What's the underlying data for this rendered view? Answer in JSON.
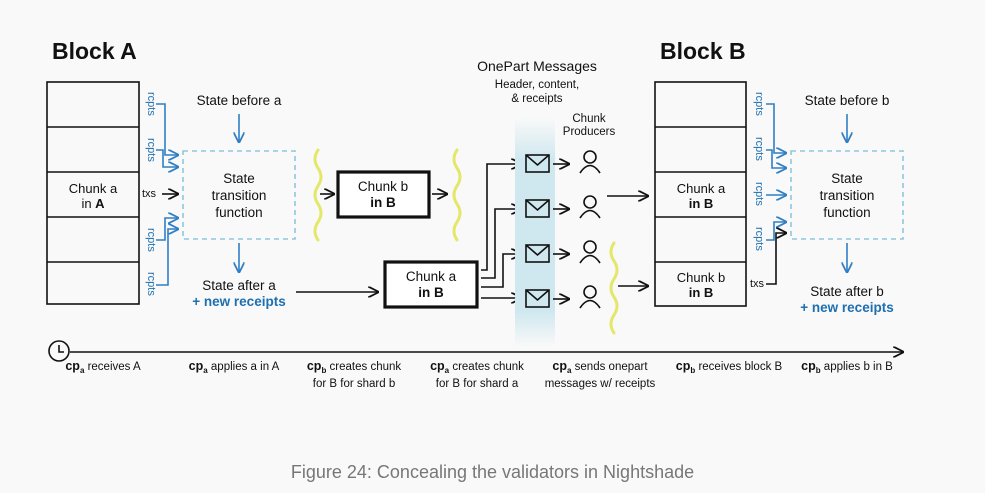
{
  "block_a": {
    "title": "Block A",
    "chunk_line1": "Chunk a",
    "chunk_line2": "in ",
    "chunk_line2_bold": "A",
    "rcpts": "rcpts",
    "txs": "txs",
    "state_before": "State before a",
    "stf_line1": "State",
    "stf_line2": "transition",
    "stf_line3": "function",
    "state_after": "State after a",
    "new_receipts": "+ new receipts"
  },
  "chunk_b_in_b": {
    "line1": "Chunk b",
    "line2": "in B"
  },
  "chunk_a_in_b": {
    "line1": "Chunk a",
    "line2": "in B"
  },
  "onepart": {
    "title": "OnePart Messages",
    "sub1": "Header, content,",
    "sub2": "& receipts",
    "producers1": "Chunk",
    "producers2": "Producers"
  },
  "block_b": {
    "title": "Block B",
    "chunk_a_line1": "Chunk a",
    "chunk_a_line2": "in B",
    "chunk_b_line1": "Chunk b",
    "chunk_b_line2": "in B",
    "rcpts": "rcpts",
    "txs": "txs",
    "state_before": "State before b",
    "stf_line1": "State",
    "stf_line2": "transition",
    "stf_line3": "function",
    "state_after": "State after b",
    "new_receipts": "+ new receipts"
  },
  "timeline": [
    {
      "cp": "cp",
      "sub": "a",
      "rest1": " receives A",
      "rest2": ""
    },
    {
      "cp": "cp",
      "sub": "a",
      "rest1": " applies a in A",
      "rest2": ""
    },
    {
      "cp": "cp",
      "sub": "b",
      "rest1": " creates chunk",
      "rest2": "for B for shard b"
    },
    {
      "cp": "cp",
      "sub": "a",
      "rest1": " creates chunk",
      "rest2": "for B for shard a"
    },
    {
      "cp": "cp",
      "sub": "a",
      "rest1": " sends onepart",
      "rest2": "messages w/ receipts"
    },
    {
      "cp": "cp",
      "sub": "b",
      "rest1": " receives block B",
      "rest2": ""
    },
    {
      "cp": "cp",
      "sub": "b",
      "rest1": " applies b in B",
      "rest2": ""
    }
  ],
  "caption": "Figure 24: Concealing the validators in Nightshade",
  "icons": [
    "clock-icon",
    "envelope-icon",
    "person-icon"
  ],
  "colors": {
    "accent_blue": "#1e6fb0",
    "highlight_band": "#cfe8ef",
    "wavy": "#e3e86a"
  }
}
